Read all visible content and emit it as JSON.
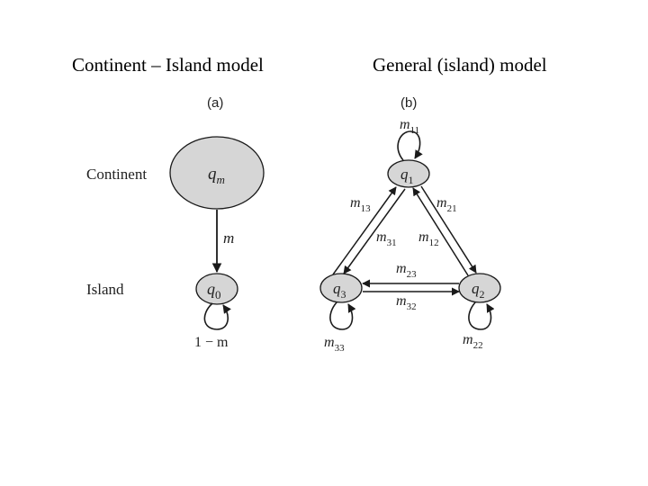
{
  "titles": {
    "left": "Continent – Island model",
    "right": "General (island) model"
  },
  "panel_a": {
    "label": "(a)",
    "row_labels": {
      "continent": "Continent",
      "island": "Island"
    },
    "nodes": {
      "continent": {
        "q": "q",
        "sub": "m"
      },
      "island": {
        "q": "q",
        "sub": "0"
      }
    },
    "edges": {
      "migration": {
        "sym": "m",
        "sub": ""
      },
      "self_loop": "1 − m"
    }
  },
  "panel_b": {
    "label": "(b)",
    "nodes": {
      "n1": {
        "q": "q",
        "sub": "1"
      },
      "n2": {
        "q": "q",
        "sub": "2"
      },
      "n3": {
        "q": "q",
        "sub": "3"
      }
    },
    "edges": {
      "m11": {
        "sym": "m",
        "sub": "11"
      },
      "m13": {
        "sym": "m",
        "sub": "13"
      },
      "m31": {
        "sym": "m",
        "sub": "31"
      },
      "m21": {
        "sym": "m",
        "sub": "21"
      },
      "m12": {
        "sym": "m",
        "sub": "12"
      },
      "m23": {
        "sym": "m",
        "sub": "23"
      },
      "m32": {
        "sym": "m",
        "sub": "32"
      },
      "m33": {
        "sym": "m",
        "sub": "33"
      },
      "m22": {
        "sym": "m",
        "sub": "22"
      }
    }
  },
  "colors": {
    "node_fill": "#d6d6d6",
    "stroke": "#1a1a1a",
    "text": "#222222"
  }
}
